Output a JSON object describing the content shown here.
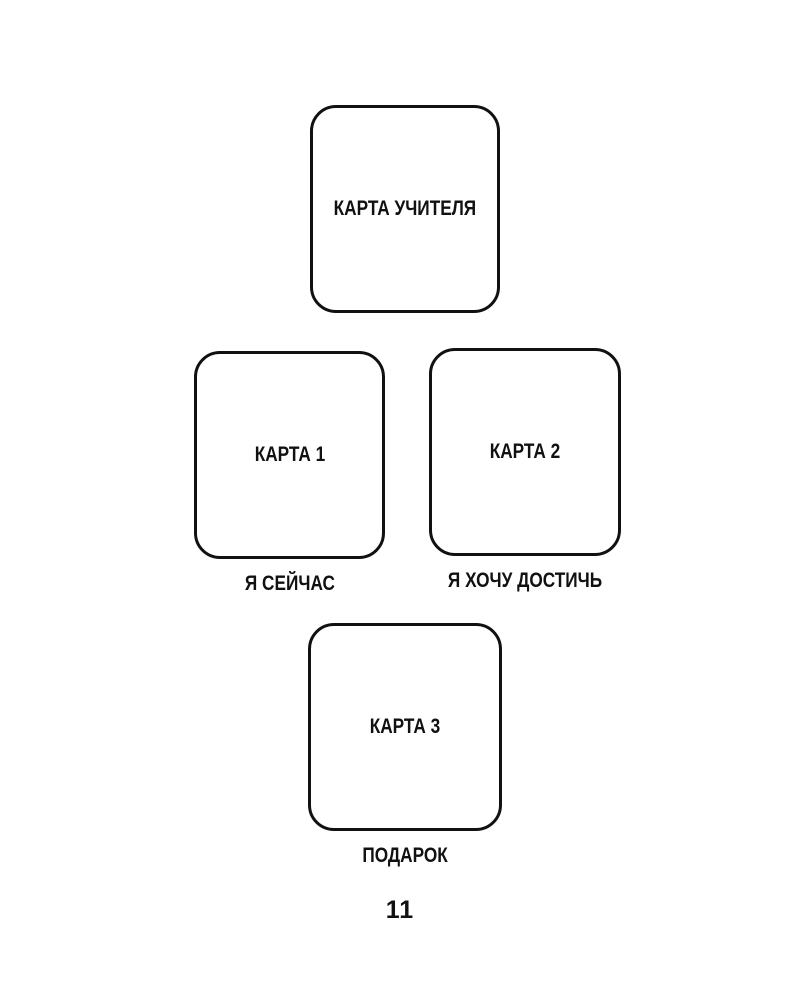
{
  "page": {
    "number": "11"
  },
  "spread": {
    "teacher_card": {
      "label": "КАРТА УЧИТЕЛЯ"
    },
    "cards": [
      {
        "label": "КАРТА 1",
        "caption": "Я СЕЙЧАС"
      },
      {
        "label": "КАРТА 2",
        "caption": "Я ХОЧУ ДОСТИЧЬ"
      },
      {
        "label": "КАРТА 3",
        "caption": "ПОДАРОК"
      }
    ]
  },
  "colors": {
    "ink": "#111111",
    "background": "#ffffff"
  }
}
